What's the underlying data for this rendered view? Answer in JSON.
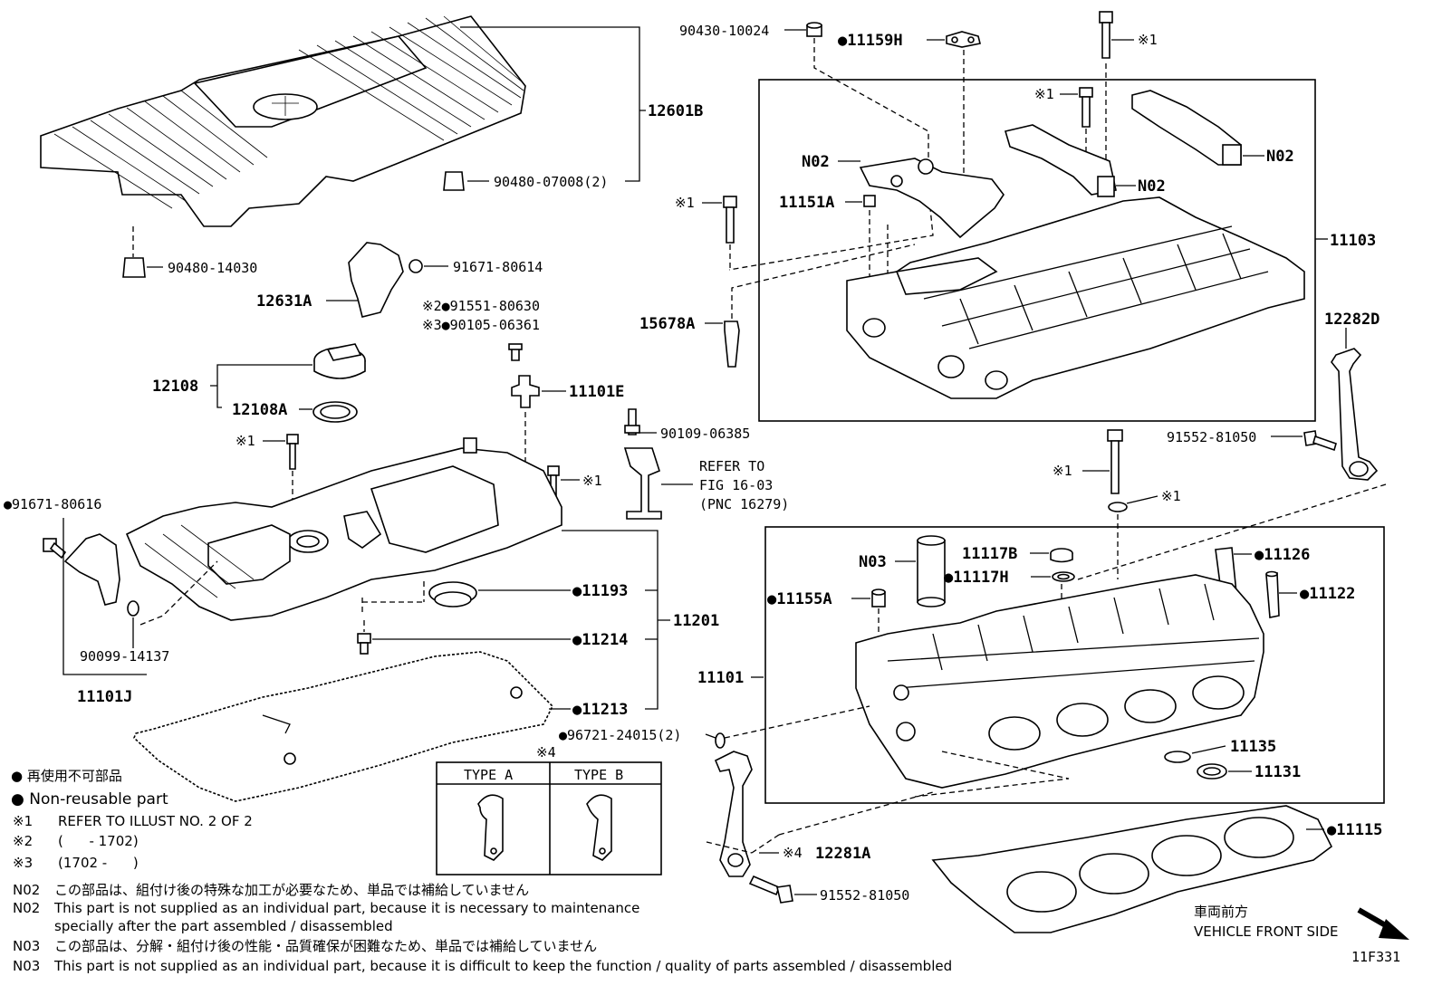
{
  "parts": {
    "p12601B": "12601B",
    "p90480_07008": "90480-07008(2)",
    "p90480_14030": "90480-14030",
    "p91671_80614": "91671-80614",
    "p12631A": "12631A",
    "p91551_80630": "※2●91551-80630",
    "p90105_06361": "※3●90105-06361",
    "p12108": "12108",
    "p12108A": "12108A",
    "p11101E": "11101E",
    "p90109_06385": "90109-06385",
    "p91671_80616": "●91671-80616",
    "p90099_14137": "90099-14137",
    "p11101J": "11101J",
    "p11193": "●11193",
    "p11214": "●11214",
    "p11213": "●11213",
    "p11201": "11201",
    "p96721_24015": "●96721-24015(2)",
    "p90430_10024": "90430-10024",
    "p11159H": "●11159H",
    "p11151A": "11151A",
    "p15678A": "15678A",
    "p11103": "11103",
    "p12282D": "12282D",
    "p91552_81050_top": "91552-81050",
    "pN03": "N03",
    "p11117B": "11117B",
    "p11117H": "●11117H",
    "p11155A": "●11155A",
    "p11126": "●11126",
    "p11122": "●11122",
    "p11101": "11101",
    "p11135": "11135",
    "p11131": "11131",
    "p12281A": "12281A",
    "p91552_81050_bottom": "91552-81050",
    "p11115": "●11115",
    "pN02": "N02",
    "pNote1": "※1",
    "pNote4": "※4"
  },
  "refer": {
    "line1": "REFER TO",
    "line2": "FIG 16-03",
    "line3": "(PNC 16279)"
  },
  "typebox": {
    "mark": "※4",
    "typeA": "TYPE A",
    "typeB": "TYPE B"
  },
  "legend": {
    "jp_nonreuse": "● 再使用不可部品",
    "en_nonreuse": "● Non-reusable part",
    "note1_key": "※1",
    "note1_text": "REFER TO ILLUST NO. 2 OF 2",
    "note2_key": "※2",
    "note2_text": "(      - 1702)",
    "note3_key": "※3",
    "note3_text": "(1702 -      )",
    "n02_key": "N02",
    "n02_jp": "この部品は、組付け後の特殊な加工が必要なため、単品では補給していません",
    "n02_en1": "This part is not supplied as an individual part, because it is necessary to maintenance",
    "n02_en2": "specially after the part assembled / disassembled",
    "n03_key": "N03",
    "n03_jp": "この部品は、分解・組付け後の性能・品質確保が困難なため、単品では補給していません",
    "n03_en": "This part is not supplied as an individual part, because it is difficult to keep the function / quality of parts  assembled / disassembled"
  },
  "orientation": {
    "jp": "車両前方",
    "en": "VEHICLE FRONT SIDE"
  },
  "figure_id": "11F331"
}
